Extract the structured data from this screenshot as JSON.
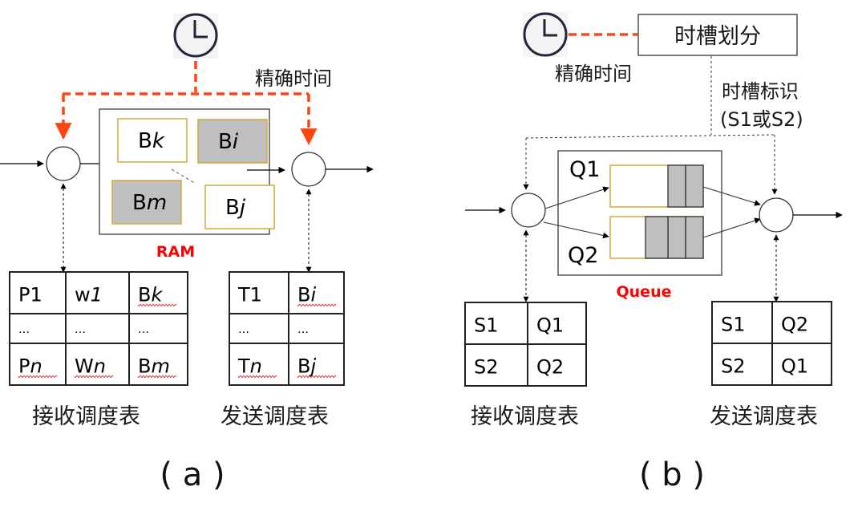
{
  "colors": {
    "clock_link": "#ff4512",
    "accent_label": "#ff0000",
    "buffer_border": "#d4a93a",
    "buffer_filled": "#bfbfbf",
    "line": "#000000"
  },
  "panel_a": {
    "clock_icon": "clock-icon",
    "clock_label": "精确时间",
    "memory_label": "RAM",
    "buffers": [
      {
        "base": "B",
        "sub": "k",
        "filled": false
      },
      {
        "base": "B",
        "sub": "i",
        "filled": true
      },
      {
        "base": "B",
        "sub": "m",
        "filled": true
      },
      {
        "base": "B",
        "sub": "j",
        "filled": false
      }
    ],
    "receive_table": {
      "caption": "接收调度表",
      "rows": [
        [
          {
            "base": "P",
            "sub": "1",
            "sub_italic": false
          },
          {
            "base": "w",
            "sub": "1",
            "sub_italic": true
          },
          {
            "base": "B",
            "sub": "k",
            "sub_italic": true
          }
        ],
        [
          {
            "base": "…",
            "sub": "",
            "sub_italic": false
          },
          {
            "base": "…",
            "sub": "",
            "sub_italic": false
          },
          {
            "base": "…",
            "sub": "",
            "sub_italic": false
          }
        ],
        [
          {
            "base": "P",
            "sub": "n",
            "sub_italic": true
          },
          {
            "base": "W",
            "sub": "n",
            "sub_italic": true
          },
          {
            "base": "B",
            "sub": "m",
            "sub_italic": true
          }
        ]
      ]
    },
    "send_table": {
      "caption": "发送调度表",
      "rows": [
        [
          {
            "base": "T",
            "sub": "1",
            "sub_italic": false
          },
          {
            "base": "B",
            "sub": "i",
            "sub_italic": true
          }
        ],
        [
          {
            "base": "…",
            "sub": "",
            "sub_italic": false
          },
          {
            "base": "…",
            "sub": "",
            "sub_italic": false
          }
        ],
        [
          {
            "base": "T",
            "sub": "n",
            "sub_italic": true
          },
          {
            "base": "B",
            "sub": "j",
            "sub_italic": true
          }
        ]
      ]
    },
    "caption": "( a )"
  },
  "panel_b": {
    "clock_icon": "clock-icon",
    "clock_label": "精确时间",
    "slot_box_label": "时槽划分",
    "slot_id_label_line1": "时槽标识",
    "slot_id_label_line2": "(S1或S2)",
    "queue_label": "Queue",
    "queues": [
      {
        "name": "Q1",
        "filled_slots": 2
      },
      {
        "name": "Q2",
        "filled_slots": 3
      }
    ],
    "receive_table": {
      "caption": "接收调度表",
      "rows": [
        [
          "S1",
          "Q1"
        ],
        [
          "S2",
          "Q2"
        ]
      ]
    },
    "send_table": {
      "caption": "发送调度表",
      "rows": [
        [
          "S1",
          "Q2"
        ],
        [
          "S2",
          "Q1"
        ]
      ]
    },
    "caption": "( b )"
  }
}
